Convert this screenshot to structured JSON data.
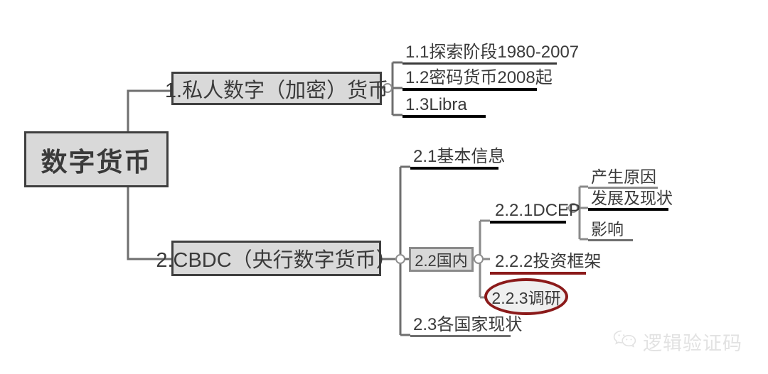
{
  "diagram": {
    "title": "数字货币",
    "type": "mindmap",
    "root": {
      "label": "数字货币"
    },
    "branches": [
      {
        "id": "1",
        "label": "1.私人数字（加密）货币",
        "style": "box",
        "children": [
          {
            "id": "1.1",
            "label": "1.1探索阶段1980-2007",
            "style": "underline",
            "underline_color": "#3a3a3a"
          },
          {
            "id": "1.2",
            "label": "1.2密码货币2008起",
            "style": "underline",
            "underline_color": "#000000"
          },
          {
            "id": "1.3",
            "label": "1.3Libra",
            "style": "underline",
            "underline_color": "#000000"
          }
        ]
      },
      {
        "id": "2",
        "label": "2.CBDC（央行数字货币）",
        "style": "box",
        "children": [
          {
            "id": "2.1",
            "label": "2.1基本信息",
            "style": "underline",
            "underline_color": "#000000"
          },
          {
            "id": "2.2",
            "label": "2.2国内",
            "style": "box-small",
            "children": [
              {
                "id": "2.2.1",
                "label": "2.2.1DCEP",
                "style": "underline",
                "underline_color": "#000000",
                "children": [
                  {
                    "id": "2.2.1.1",
                    "label": "产生原因",
                    "style": "underline",
                    "underline_color": "#8a8a8a"
                  },
                  {
                    "id": "2.2.1.2",
                    "label": "发展及现状",
                    "style": "underline",
                    "underline_color": "#000000"
                  },
                  {
                    "id": "2.2.1.3",
                    "label": "影响",
                    "style": "underline",
                    "underline_color": "#6f6f6f"
                  }
                ]
              },
              {
                "id": "2.2.2",
                "label": "2.2.2投资框架",
                "style": "underline",
                "underline_color": "#8b1a1a"
              },
              {
                "id": "2.2.3",
                "label": "2.2.3调研",
                "style": "oval",
                "highlight_color": "#8b1a1a"
              }
            ]
          },
          {
            "id": "2.3",
            "label": "2.3各国家现状",
            "style": "underline",
            "underline_color": "#6f6f6f"
          }
        ]
      }
    ]
  },
  "watermark": {
    "text": "逻辑验证码",
    "icon": "wechat-icon",
    "color": "#e2e2e2"
  },
  "colors": {
    "node_fill": "#d9d9d9",
    "node_border": "#3f3f3f",
    "text": "#3a3a3a",
    "accent_red": "#8b1a1a",
    "connector": "#6f6f6f"
  }
}
